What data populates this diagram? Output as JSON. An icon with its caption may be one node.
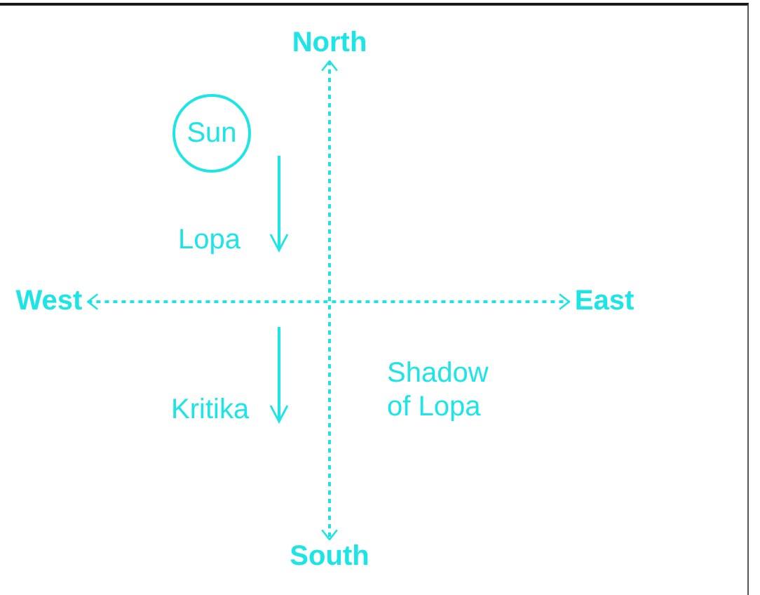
{
  "diagram": {
    "nodes": [
      {
        "text": [
          "North"
        ]
      },
      {
        "text": [
          "Sun"
        ]
      },
      {
        "text": [
          "West"
        ]
      },
      {
        "text": [
          "East"
        ]
      },
      {
        "text": [
          "South"
        ]
      }
    ],
    "edges": [
      {
        "from": 0,
        "to": 4,
        "arrow": "both",
        "style": "dashed"
      },
      {
        "from": 2,
        "to": 3,
        "arrow": "both",
        "style": "dashed"
      }
    ],
    "labels": [
      "Lopa",
      "Kritika",
      "Shadow of Lopa"
    ]
  }
}
